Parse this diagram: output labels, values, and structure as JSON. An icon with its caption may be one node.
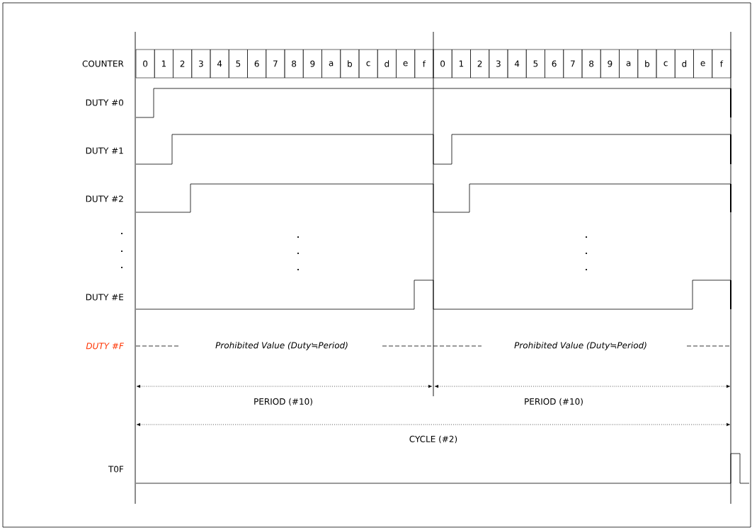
{
  "diagram": {
    "labels": [
      "COUNTER",
      "0",
      "1",
      "2",
      "3",
      "4",
      "5",
      "6",
      "7",
      "8",
      "9",
      "a",
      "b",
      "c",
      "d",
      "e",
      "f",
      "0",
      "1",
      "2",
      "3",
      "4",
      "5",
      "6",
      "7",
      "8",
      "9",
      "a",
      "b",
      "c",
      "d",
      "e",
      "f",
      "DUTY #0",
      "DUTY #1",
      "DUTY #2",
      "DUTY #E",
      "DUTY #F",
      "Prohibited Value (Duty≒Period)",
      "Prohibited Value (Duty≒Period)",
      "PERIOD (#10)",
      "PERIOD (#10)",
      "CYCLE (#2)",
      "T0F"
    ]
  }
}
